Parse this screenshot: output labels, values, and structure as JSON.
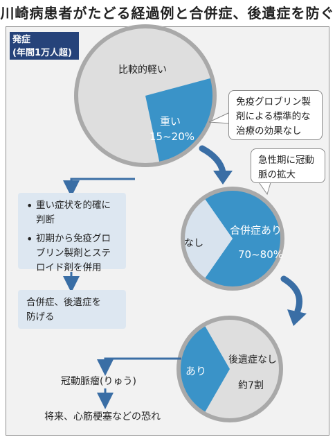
{
  "title": "川崎病患者がたどる経過例と合併症、後遺症を防ぐ方法",
  "badge": {
    "line1": "発症",
    "line2": "(年間1万人超)"
  },
  "chart_data": [
    {
      "type": "pie",
      "labels": [
        "比較的軽い",
        "重い"
      ],
      "values_text": [
        "",
        "15~20%"
      ],
      "values": [
        82.5,
        17.5
      ]
    },
    {
      "type": "pie",
      "labels": [
        "なし",
        "合併症あり"
      ],
      "values_text": [
        "",
        "70~80%"
      ],
      "values": [
        25,
        75
      ]
    },
    {
      "type": "pie",
      "labels": [
        "後遺症なし",
        "あり"
      ],
      "values_text": [
        "約7割",
        ""
      ],
      "values": [
        70,
        30
      ]
    }
  ],
  "bubble1": {
    "line1": "免疫グロブリン製",
    "line2": "剤による標準的な",
    "line3": "治療の効果なし"
  },
  "bubble2": {
    "line1": "急性期に冠動",
    "line2": "脈の拡大"
  },
  "box1": {
    "b1_l1": "重い症状を的確に",
    "b1_l2": "判断",
    "b2_l1": "初期から免疫グロ",
    "b2_l2": "ブリン製剤とステ",
    "b2_l3": "ロイド剤を併用"
  },
  "box2": {
    "line1": "合併症、後遺症を",
    "line2": "防げる"
  },
  "outcome": {
    "item1": "冠動脈瘤(りゅう)",
    "item2": "将来、心筋梗塞などの恐れ"
  },
  "colors": {
    "blue": "#3a93c8",
    "light": "#d8e3ee",
    "grey": "#dedede",
    "rim": "#a9a9a9",
    "navy": "#26437a",
    "arrow": "#3a6ea5"
  }
}
